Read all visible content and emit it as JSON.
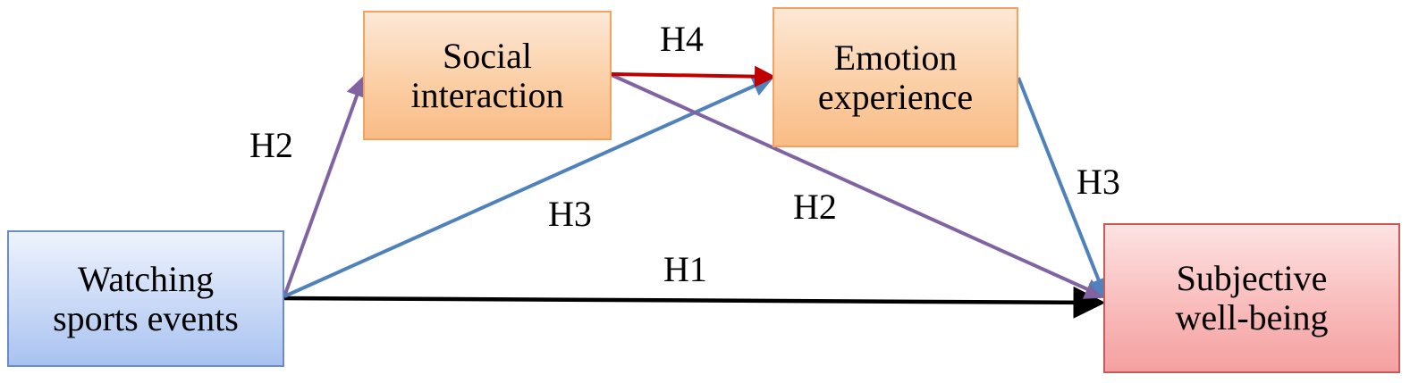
{
  "nodes": {
    "watching": {
      "line1": "Watching",
      "line2": "sports events"
    },
    "social": {
      "line1": "Social",
      "line2": "interaction"
    },
    "emotion": {
      "line1": "Emotion",
      "line2": "experience"
    },
    "wellbeing": {
      "line1": "Subjective",
      "line2": "well-being"
    }
  },
  "edges": {
    "h1": {
      "label": "H1",
      "from": "Watching sports events",
      "to": "Subjective well-being",
      "color": "#000000"
    },
    "h2_a": {
      "label": "H2",
      "from": "Watching sports events",
      "to": "Social interaction",
      "color": "#8064a2"
    },
    "h2_b": {
      "label": "H2",
      "from": "Social interaction",
      "to": "Subjective well-being",
      "color": "#8064a2"
    },
    "h3_a": {
      "label": "H3",
      "from": "Watching sports events",
      "to": "Emotion experience",
      "color": "#4f81bd"
    },
    "h3_b": {
      "label": "H3",
      "from": "Emotion experience",
      "to": "Subjective well-being",
      "color": "#4f81bd"
    },
    "h4": {
      "label": "H4",
      "from": "Social interaction",
      "to": "Emotion experience",
      "color": "#c00000"
    }
  }
}
